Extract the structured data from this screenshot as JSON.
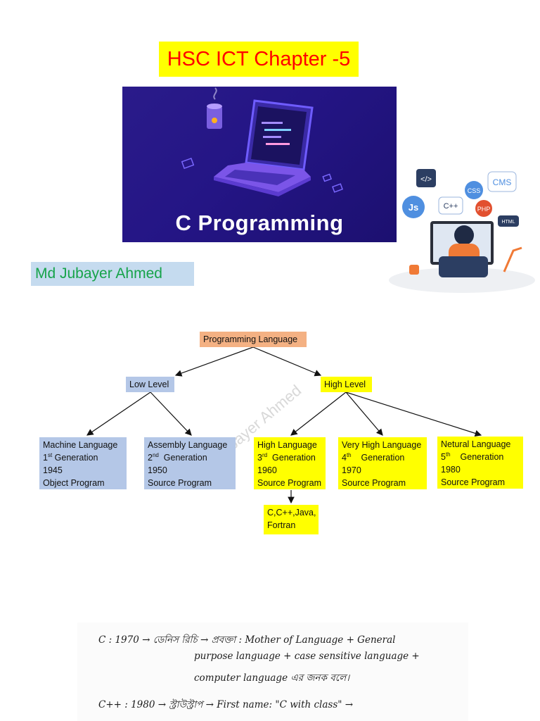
{
  "title": "HSC ICT Chapter -5",
  "banner": {
    "caption": "C Programming"
  },
  "author": "Md Jubayer Ahmed",
  "illustration_badges": [
    "</>",
    "Js",
    "C++",
    "CSS",
    "CMS",
    "PHP",
    "HTML"
  ],
  "tree": {
    "root": "Programming Language",
    "low_level": "Low Level",
    "high_level": "High Level",
    "machine": {
      "name": "Machine Language",
      "ord": "1",
      "sup": "st",
      "gen": " Generation",
      "year": "1945",
      "program": "Object Program"
    },
    "assembly": {
      "name": "Assembly Language",
      "ord": "2",
      "sup": "nd",
      "gen": "  Generation",
      "year": "1950",
      "program": "Source Program"
    },
    "high_lang": {
      "name": "High Language",
      "ord": "3",
      "sup": "rd",
      "gen": "  Generation",
      "year": "1960",
      "program": "Source Program"
    },
    "very_high": {
      "name": "Very High Language",
      "ord": "4",
      "sup": "th",
      "gen": "    Generation",
      "year": "1970",
      "program": "Source Program"
    },
    "natural": {
      "name": "Netural Language",
      "ord": "5",
      "sup": "th",
      "gen": "    Generation",
      "year": "1980",
      "program": "Source Program"
    },
    "examples": "C,C++,Java, Fortran"
  },
  "watermark": "Jubayer Ahmed",
  "notes": {
    "line1": "C : 1970 → ডেনিস রিচি → প্রবক্তা : Mother of Language + General",
    "line2": "purpose language + case sensitive language +",
    "line3": "computer language এর জনক বলে।",
    "line4": "C++ : 1980 → স্ট্রাউস্ট্রাপ → First name: \"C with class\" →"
  }
}
